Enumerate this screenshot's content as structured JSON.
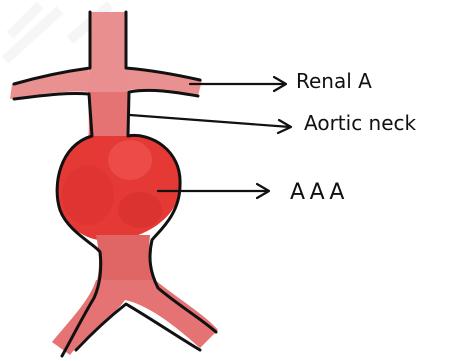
{
  "diagram": {
    "labels": {
      "renal": "Renal A",
      "neck": "Aortic neck",
      "aaa": "AAA"
    },
    "colors": {
      "vessel_fill": "#e57373",
      "aneurysm_fill": "#e53935",
      "outline": "#111111",
      "arrow": "#111111",
      "background": "#ffffff"
    }
  }
}
